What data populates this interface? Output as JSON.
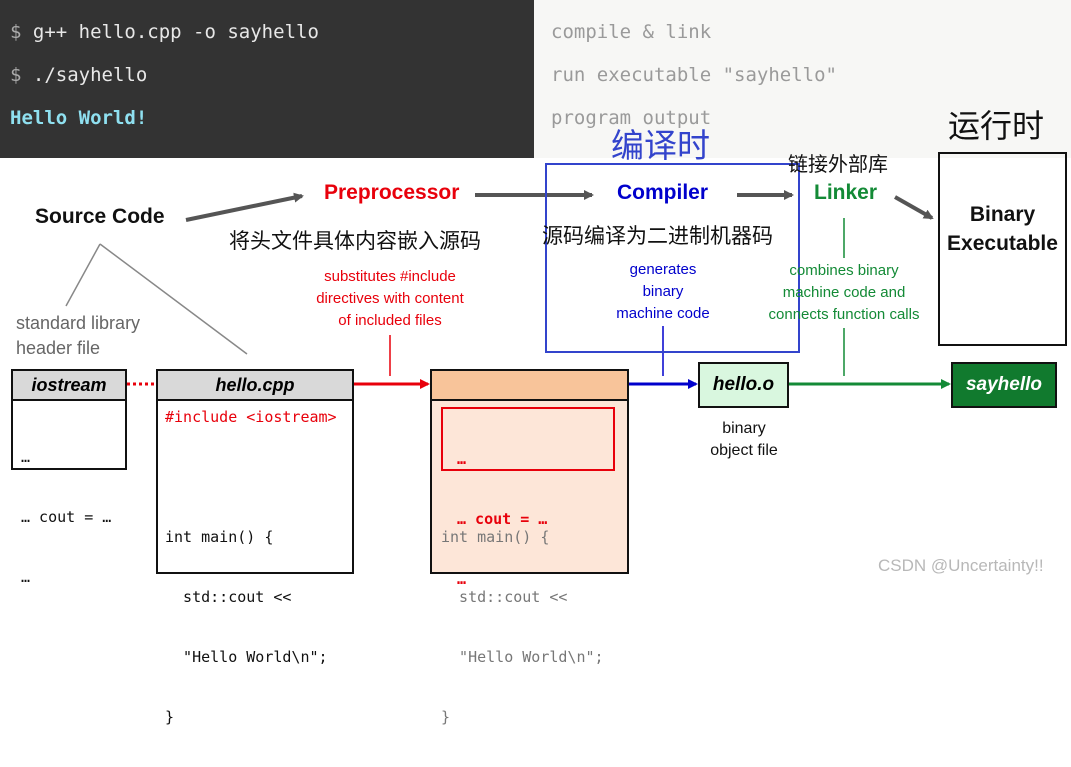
{
  "terminal": {
    "lines": [
      {
        "prompt": "$",
        "cmd": "g++ hello.cpp -o sayhello"
      },
      {
        "prompt": "$",
        "cmd": "./sayhello"
      }
    ],
    "output": "Hello World!"
  },
  "notes": [
    "compile & link",
    "run executable \"sayhello\"",
    "program output"
  ],
  "stages": {
    "source": "Source Code",
    "preprocessor": "Preprocessor",
    "compiler": "Compiler",
    "linker": "Linker",
    "binary_line1": "Binary",
    "binary_line2": "Executable"
  },
  "cn": {
    "compile_time": "编译时",
    "runtime": "运行时",
    "link_external": "链接外部库",
    "preproc_desc": "将头文件具体内容嵌入源码",
    "compiler_desc": "源码编译为二进制机器码"
  },
  "descriptions": {
    "preprocessor": [
      "substitutes #include",
      "directives with content",
      "of included files"
    ],
    "compiler": [
      "generates",
      "binary",
      "machine code"
    ],
    "linker": [
      "combines binary",
      "machine code and",
      "connects function calls"
    ],
    "header": [
      "standard library",
      "header file"
    ],
    "object": [
      "binary",
      "object file"
    ]
  },
  "files": {
    "iostream": {
      "name": "iostream",
      "lines": [
        "…",
        "… cout = …",
        "…"
      ]
    },
    "hello_cpp": {
      "name": "hello.cpp",
      "include": "#include <iostream>",
      "main": [
        "int main() {",
        "  std::cout <<",
        "  \"Hello World\\n\";",
        "}"
      ]
    },
    "preprocessed": {
      "inserted": [
        "…",
        "… cout = …",
        "…"
      ],
      "main": [
        "int main() {",
        "  std::cout <<",
        "  \"Hello World\\n\";",
        "}"
      ]
    },
    "hello_o": "hello.o",
    "sayhello": "sayhello"
  },
  "watermark": "CSDN @Uncertainty!!",
  "colors": {
    "red": "#e8000b",
    "blue": "#0000cc",
    "green": "#138a36",
    "terminal_bg": "#333333",
    "output": "#8fe0f0",
    "orange": "#f8c49a",
    "peach": "#fde6d8",
    "mint": "#d9f7df",
    "dark_green": "#117a2e"
  }
}
